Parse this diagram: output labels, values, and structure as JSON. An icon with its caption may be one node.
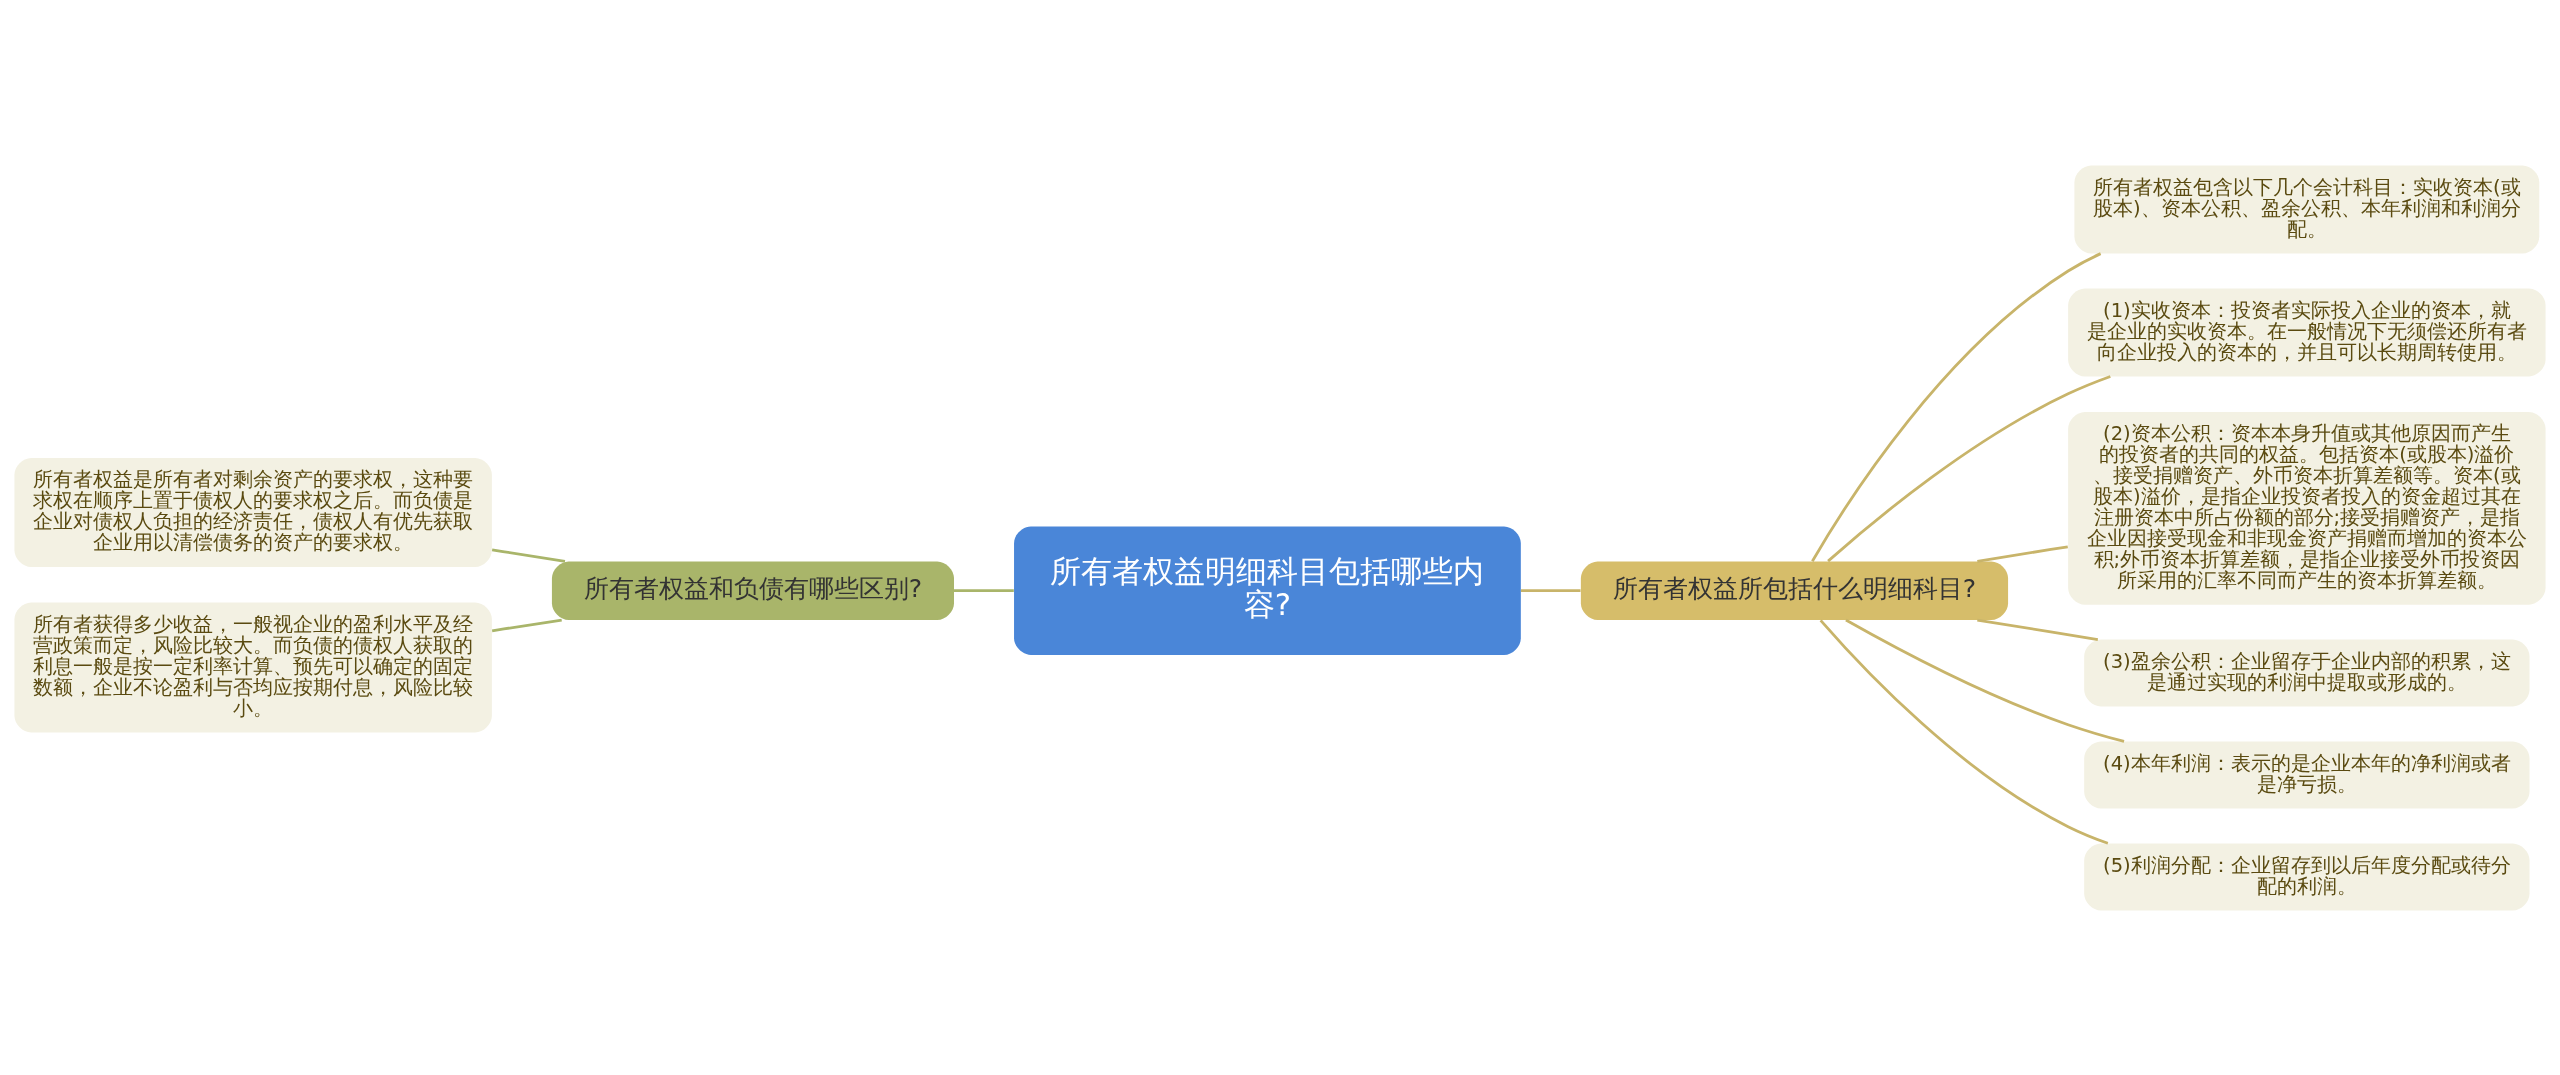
{
  "diagram": {
    "nodes": [
      {
        "text": [
          "所有者权益明细科目包括哪些内容?"
        ]
      },
      {
        "text": [
          "所有者权益和负债有哪些区别?"
        ]
      },
      {
        "text": [
          "所有者权益是所有者对剩余资产的要求权，这种要求权在顺序上置于债权人的要求权之后。而负债是企业对债权人负担的经济责任，债权人有优先获取企业用以清偿债务的资产的要求权。"
        ]
      },
      {
        "text": [
          "所有者获得多少收益，一般视企业的盈利水平及经营政策而定，风险比较大。而负债的债权人获取的利息一般是按一定利率计算、预先可以确定的固定数额，企业不论盈利与否均应按期付息，风险比较小。"
        ]
      },
      {
        "text": [
          "所有者权益所包括什么明细科目?"
        ]
      },
      {
        "text": [
          "所有者权益包含以下几个会计科目：实收资本(或股本)、资本公积、盈余公积、本年利润和利润分配。"
        ]
      },
      {
        "text": [
          "(1)实收资本：投资者实际投入企业的资本，就是企业的实收资本。在一般情况下无须偿还所有者向企业投入的资本的，并且可以长期周转使用。"
        ]
      },
      {
        "text": [
          "(2)资本公积：资本本身升值或其他原因而产生的投资者的共同的权益。包括资本(或股本)溢价、接受捐赠资产、外币资本折算差额等。资本(或股本)溢价，是指企业投资者投入的资金超过其在注册资本中所占份额的部分;接受捐赠资产，是指企业因接受现金和非现金资产捐赠而增加的资本公积;外币资本折算差额，是指企业接受外币投资因所采用的汇率不同而产生的资本折算差额。"
        ]
      },
      {
        "text": [
          "(3)盈余公积：企业留存于企业内部的积累，这是通过实现的利润中提取或形成的。"
        ]
      },
      {
        "text": [
          "(4)本年利润：表示的是企业本年的净利润或者是净亏损。"
        ]
      },
      {
        "text": [
          "(5)利润分配：企业留存到以后年度分配或待分配的利润。"
        ]
      }
    ],
    "edges": [
      {
        "from": 0,
        "to": 1,
        "arrow": "none",
        "color": "#a9b56a"
      },
      {
        "from": 1,
        "to": 2,
        "arrow": "none",
        "color": "#a9b56a"
      },
      {
        "from": 1,
        "to": 3,
        "arrow": "none",
        "color": "#a9b56a"
      },
      {
        "from": 0,
        "to": 4,
        "arrow": "none"
      },
      {
        "from": 4,
        "to": 5,
        "arrow": "none"
      },
      {
        "from": 4,
        "to": 6,
        "arrow": "none"
      },
      {
        "from": 4,
        "to": 7,
        "arrow": "none"
      },
      {
        "from": 4,
        "to": 8,
        "arrow": "none"
      },
      {
        "from": 4,
        "to": 9,
        "arrow": "none"
      },
      {
        "from": 4,
        "to": 10,
        "arrow": "none"
      }
    ]
  }
}
